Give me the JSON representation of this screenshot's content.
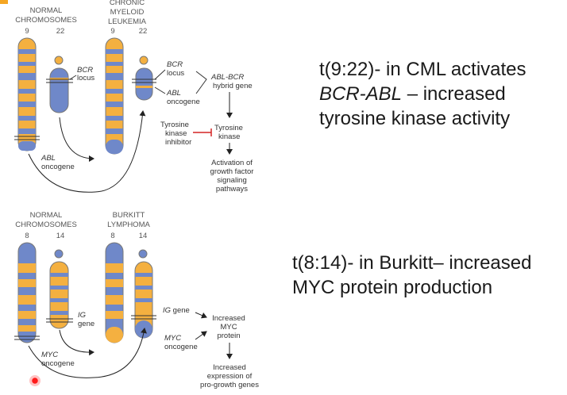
{
  "cml": {
    "normal_header_line1": "NORMAL",
    "normal_header_line2": "CHROMOSOMES",
    "normal_numbers": [
      "9",
      "22"
    ],
    "disease_header_line1": "CHRONIC",
    "disease_header_line2": "MYELOID",
    "disease_header_line3": "LEUKEMIA",
    "disease_numbers": [
      "9",
      "22"
    ],
    "labels": {
      "bcr": "BCR",
      "locus": "locus",
      "abl": "ABL",
      "oncogene": "oncogene",
      "abl_bcr": "ABL-BCR",
      "hybrid_gene": "hybrid gene",
      "tki_line1": "Tyrosine",
      "tki_line2": "kinase",
      "tki_line3": "inhibitor",
      "tk_line1": "Tyrosine",
      "tk_line2": "kinase",
      "activation_line1": "Activation of",
      "activation_line2": "growth factor",
      "activation_line3": "signaling",
      "activation_line4": "pathways"
    }
  },
  "burkitt": {
    "normal_header_line1": "NORMAL",
    "normal_header_line2": "CHROMOSOMES",
    "normal_numbers": [
      "8",
      "14"
    ],
    "disease_header_line1": "BURKITT",
    "disease_header_line2": "LYMPHOMA",
    "disease_numbers": [
      "8",
      "14"
    ],
    "labels": {
      "ig": "IG",
      "gene": "gene",
      "myc": "MYC",
      "oncogene": "oncogene",
      "increased_line1": "Increased",
      "increased_line2": "MYC",
      "increased_line3": "protein",
      "expression_line1": "Increased",
      "expression_line2": "expression of",
      "expression_line3": "pro-growth genes"
    }
  },
  "captions": {
    "cml": {
      "line1": "t(9:22)- in CML activates",
      "gene": "BCR-ABL",
      "rest": " – increased",
      "line3": "tyrosine kinase activity"
    },
    "burkitt": {
      "line1": "t(8:14)- in Burkitt– increased",
      "line2": "MYC protein production"
    }
  },
  "colors": {
    "chromosome_orange": "#f4b040",
    "chromosome_blue": "#6f88c9",
    "inhibitor_red": "#d42424"
  }
}
